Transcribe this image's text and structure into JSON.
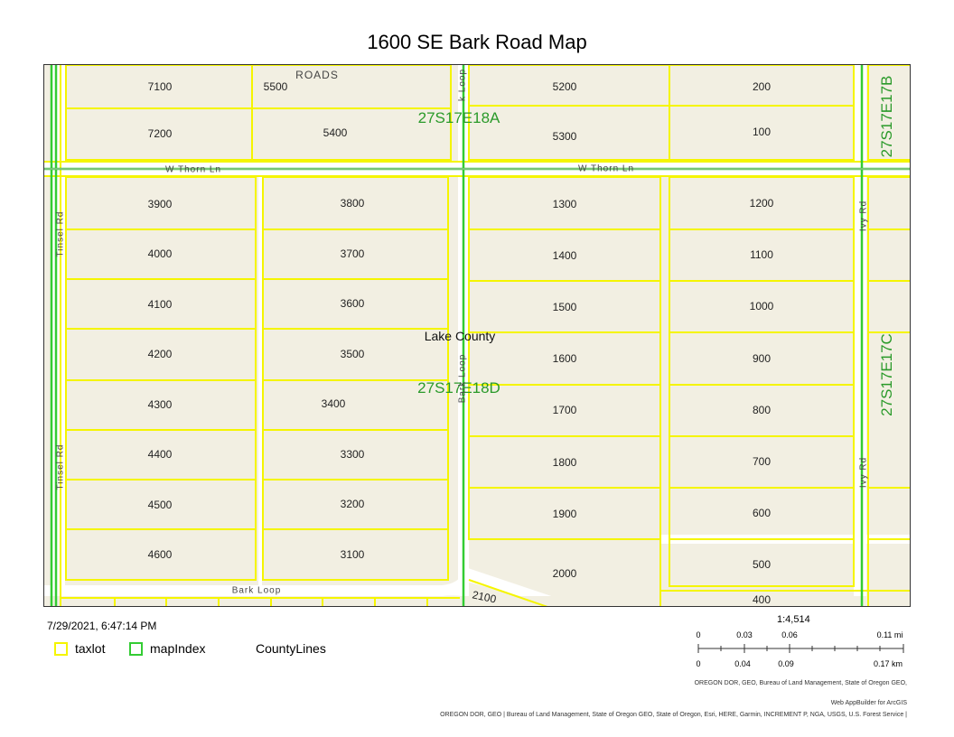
{
  "title": "1600 SE Bark Road Map",
  "map": {
    "lot_numbers": {
      "l7100": "7100",
      "l5500": "5500",
      "l5200": "5200",
      "l200": "200",
      "l7200": "7200",
      "l5400": "5400",
      "l5300": "5300",
      "l100": "100",
      "l3900": "3900",
      "l3800": "3800",
      "l1300": "1300",
      "l1200": "1200",
      "l4000": "4000",
      "l3700": "3700",
      "l1400": "1400",
      "l1100": "1100",
      "l4100": "4100",
      "l3600": "3600",
      "l1500": "1500",
      "l1000": "1000",
      "l4200": "4200",
      "l3500": "3500",
      "l1600": "1600",
      "l900": "900",
      "l4300": "4300",
      "l3400": "3400",
      "l1700": "1700",
      "l800": "800",
      "l4400": "4400",
      "l3300": "3300",
      "l1800": "1800",
      "l700": "700",
      "l4500": "4500",
      "l3200": "3200",
      "l1900": "1900",
      "l600": "600",
      "l4600": "4600",
      "l3100": "3100",
      "l2000": "2000",
      "l500": "500",
      "l400": "400",
      "l2100": "2100"
    },
    "map_index": {
      "a": "27S17E18A",
      "b": "27S17E17B",
      "c": "27S17E17C",
      "d": "27S17E18D"
    },
    "county_label": "Lake County",
    "roads_label": "ROADS",
    "road_labels": {
      "thorn_left": "W Thorn Ln",
      "thorn_right": "W Thorn Ln",
      "tinsel_top": "Tinsel Rd",
      "tinsel_bottom": "Tinsel Rd",
      "ivy_top": "Ivy Rd",
      "ivy_bottom": "Ivy Rd",
      "bark_loop": "Bark Loop",
      "bark_loop_top": "k Loop",
      "bark_loop_mid": "Bark Loop"
    },
    "colors": {
      "taxlot": "#f5f500",
      "mapindex": "#33cc33",
      "parcel_fill": "#f2efe2",
      "road": "#ffffff"
    }
  },
  "timestamp": "7/29/2021, 6:47:14 PM",
  "legend": {
    "taxlot": "taxlot",
    "mapindex": "mapIndex",
    "countylines": "CountyLines"
  },
  "scale": {
    "ratio": "1:4,514",
    "mi_ticks": [
      "0",
      "0.03",
      "0.06",
      "0.11 mi"
    ],
    "km_ticks": [
      "0",
      "0.04",
      "0.09",
      "0.17 km"
    ]
  },
  "credits": {
    "line1": "OREGON DOR, GEO, Bureau of Land Management, State of Oregon GEO,",
    "line2": "Web AppBuilder for ArcGIS",
    "line3": "OREGON DOR, GEO | Bureau of Land Management, State of Oregon GEO, State of Oregon, Esri, HERE, Garmin, INCREMENT P, NGA, USGS, U.S. Forest Service |"
  }
}
